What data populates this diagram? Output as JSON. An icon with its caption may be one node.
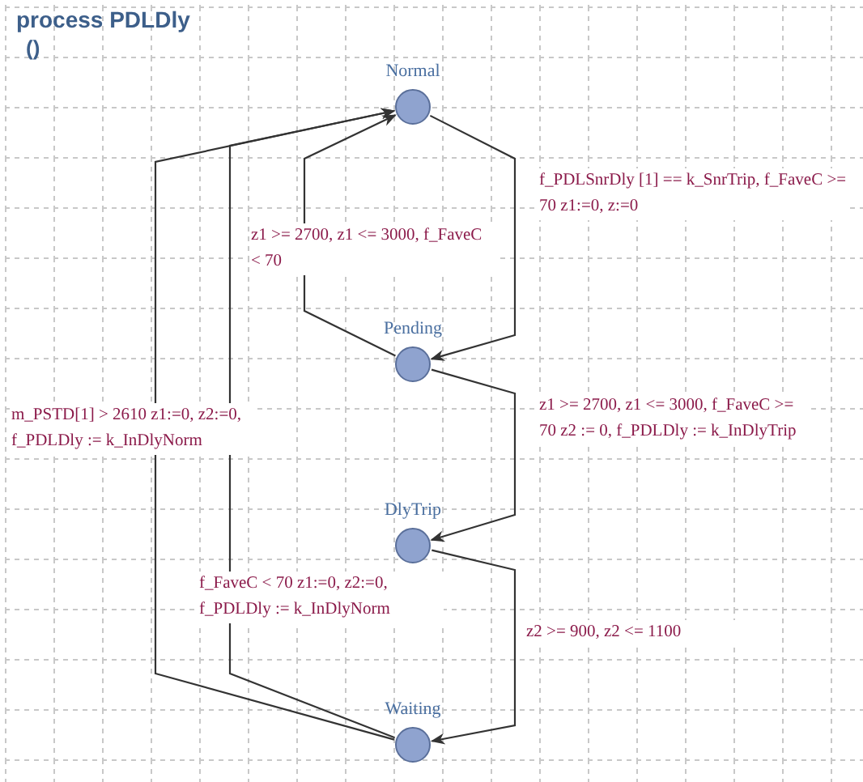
{
  "diagram": {
    "title": "process PDLDly",
    "nodes": [
      {
        "text": [],
        "shape": "circle",
        "beside": [
          "Normal"
        ]
      },
      {
        "text": [],
        "shape": "circle",
        "beside": [
          "Pending"
        ]
      },
      {
        "text": [],
        "shape": "circle",
        "beside": [
          "DlyTrip"
        ]
      },
      {
        "text": [],
        "shape": "circle",
        "beside": [
          "Waiting"
        ]
      }
    ],
    "edges": [
      {
        "from": 0,
        "to": 1,
        "arrow": "to",
        "label": "f_PDLSnrDly [1] == k_SnrTrip, f_FaveC >= 70 z1:=0, z:=0"
      },
      {
        "from": 1,
        "to": 0,
        "arrow": "to",
        "label": "z1 >= 2700, z1 <= 3000, f_FaveC < 70"
      },
      {
        "from": 1,
        "to": 2,
        "arrow": "to",
        "label": "z1 >= 2700, z1 <= 3000, f_FaveC >= 70 z2 := 0, f_PDLDly := k_InDlyTrip"
      },
      {
        "from": 2,
        "to": 3,
        "arrow": "to",
        "label": "z2 >= 900, z2 <= 1100"
      },
      {
        "from": 3,
        "to": 0,
        "arrow": "to",
        "label": "m_PSTD[1] > 2610 z1:=0, z2:=0, f_PDLDly := k_InDlyNorm"
      },
      {
        "from": 3,
        "to": 0,
        "arrow": "to",
        "label": "f_FaveC < 70 z1:=0, z2:=0, f_PDLDly := k_InDlyNorm"
      }
    ],
    "labels": [
      "()"
    ]
  }
}
